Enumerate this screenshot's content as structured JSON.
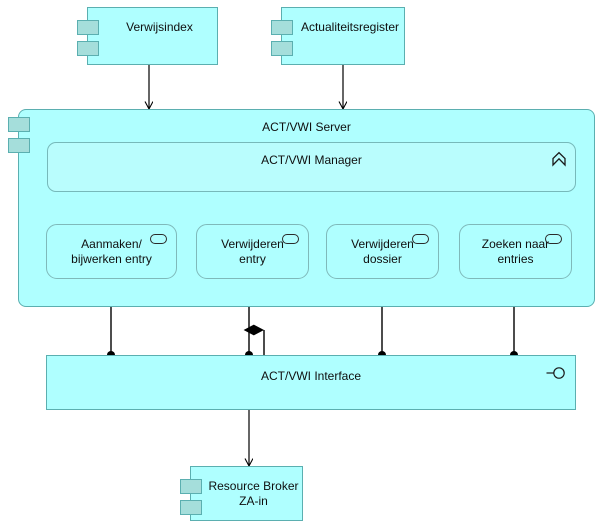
{
  "diagram": {
    "title": "ACT/VWI Server component diagram",
    "colors": {
      "node_fill": "#AFFFFF",
      "node_fill_alt": "#B9FDFD",
      "node_border": "#5BAFB0",
      "tab_fill": "#A5DEDB",
      "edge": "#000000",
      "background": "#FFFFFF"
    }
  },
  "components": {
    "verwijsindex": {
      "label": "Verwijsindex",
      "type": "uml-component"
    },
    "actualiteitsregister": {
      "label": "Actualiteitsregister",
      "type": "uml-component"
    },
    "resource_broker": {
      "label": "Resource Broker\nZA-in",
      "type": "uml-component"
    }
  },
  "server": {
    "label": "ACT/VWI Server",
    "type": "container"
  },
  "manager": {
    "label": "ACT/VWI Manager",
    "type": "function",
    "icon": "chevron-up-icon"
  },
  "services": [
    {
      "label": "Aanmaken/\nbijwerken entry",
      "icon": "service-oval-icon"
    },
    {
      "label": "Verwijderen\nentry",
      "icon": "service-oval-icon"
    },
    {
      "label": "Verwijderen\ndossier",
      "icon": "service-oval-icon"
    },
    {
      "label": "Zoeken naar\nentries",
      "icon": "service-oval-icon"
    }
  ],
  "interface": {
    "label": "ACT/VWI Interface",
    "type": "interface",
    "icon": "provided-interface-lollipop-icon"
  },
  "connectors": {
    "flow_arrows": [
      {
        "from": "verwijsindex",
        "to": "server",
        "style": "solid",
        "head": "open-arrow"
      },
      {
        "from": "actualiteitsregister",
        "to": "server",
        "style": "solid",
        "head": "open-arrow"
      },
      {
        "from": "interface",
        "to": "resource_broker",
        "style": "solid",
        "head": "open-arrow"
      }
    ],
    "realizations": [
      {
        "from": "manager",
        "to": "service-0",
        "style": "dashed",
        "head": "hollow-triangle"
      },
      {
        "from": "manager",
        "to": "service-1",
        "style": "dashed",
        "head": "hollow-triangle"
      },
      {
        "from": "manager",
        "to": "service-2",
        "style": "dashed",
        "head": "hollow-triangle"
      },
      {
        "from": "manager",
        "to": "service-3",
        "style": "dashed",
        "head": "hollow-triangle"
      }
    ],
    "assemblies": [
      {
        "from": "interface",
        "to": "service-0",
        "tail": "ball",
        "head": "solid-arrow"
      },
      {
        "from": "interface",
        "to": "service-1",
        "tail": "ball",
        "head": "solid-arrow"
      },
      {
        "from": "interface",
        "to": "service-2",
        "tail": "ball",
        "head": "solid-arrow"
      },
      {
        "from": "interface",
        "to": "service-3",
        "tail": "ball",
        "head": "solid-arrow"
      }
    ],
    "composition": {
      "from": "interface",
      "to": "server",
      "head": "filled-diamond"
    }
  }
}
